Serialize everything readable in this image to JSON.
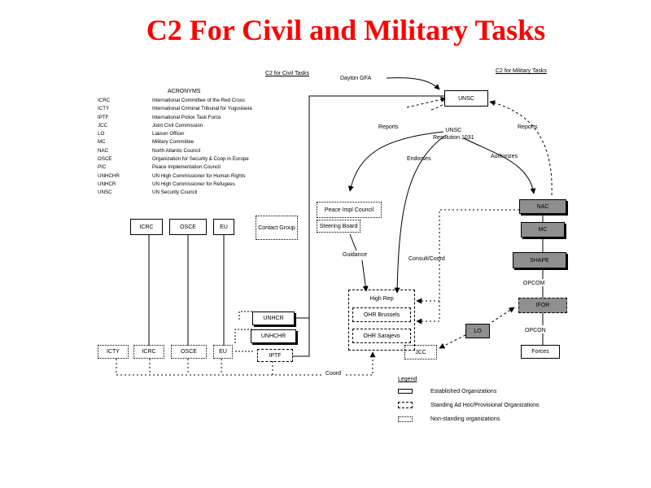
{
  "title": "C2 For Civil and Military Tasks",
  "headers": {
    "civil": "C2  for Civil Tasks",
    "military": "C2 for Military Tasks"
  },
  "acronyms": {
    "heading": "ACRONYMS",
    "items": [
      {
        "abbr": "ICRC",
        "full": "International Committee of the Red Cross"
      },
      {
        "abbr": "ICTY",
        "full": "International Criminal Tribunal for Yugoslavia"
      },
      {
        "abbr": "IPTF",
        "full": "International Police Task Force"
      },
      {
        "abbr": "JCC",
        "full": "Joint Civil Commission"
      },
      {
        "abbr": "LO",
        "full": "Liaison Officer"
      },
      {
        "abbr": "MC",
        "full": "Military Committee"
      },
      {
        "abbr": "NAC",
        "full": "North Atlantic Council"
      },
      {
        "abbr": "OSCE",
        "full": "Organization for Security & Coop in Europe"
      },
      {
        "abbr": "PIC",
        "full": "Peace Implementation Council"
      },
      {
        "abbr": "UNHCHR",
        "full": "UN High Commissioner for Human Rights"
      },
      {
        "abbr": "UNHCR",
        "full": "UN High Commissioner for Refugees"
      },
      {
        "abbr": "UNSC",
        "full": "UN Security Council"
      }
    ]
  },
  "nodes": {
    "unsc": "UNSC",
    "icrc_top": "ICRC",
    "osce_top": "OSCE",
    "eu_top": "EU",
    "contact_group": "Contact Group",
    "peace_impl": "Peace Impl Council",
    "steering_board": "Steering Board",
    "nac": "NAC",
    "mc": "MC",
    "shape": "SHAPE",
    "ifor": "IFOR",
    "forces": "Forces",
    "high_rep": "High Rep",
    "ohr_brussels": "OHR Brussels",
    "ohr_sarajevo": "OHR Sarajevo",
    "lo": "LO",
    "jcc": "JCC",
    "unhcr": "UNHCR",
    "unhchr": "UNHCHR",
    "iptf": "IPTF",
    "icty_bottom": "ICTY",
    "icrc_bottom": "ICRC",
    "osce_bottom": "OSCE",
    "eu_bottom": "EU"
  },
  "edge_labels": {
    "dayton": "Dayton GFA",
    "reports_left": "Reports",
    "reports_right": "Reports",
    "unsc_resolution": "UNSC\nResolution 1031",
    "endorses": "Endorses",
    "authorizes": "Authorizes",
    "guidance": "Guidance",
    "consult": "Consult/Coord",
    "opcom1": "OPCOM",
    "opcon": "OPCON",
    "coord": "Coord"
  },
  "legend": {
    "title": "Legend",
    "items": [
      {
        "style": "solid",
        "label": "Established Organizations"
      },
      {
        "style": "dashed",
        "label": "Standing Ad Hoc/Provisional Organizations"
      },
      {
        "style": "dotted",
        "label": "Non-standing organizations"
      }
    ]
  }
}
